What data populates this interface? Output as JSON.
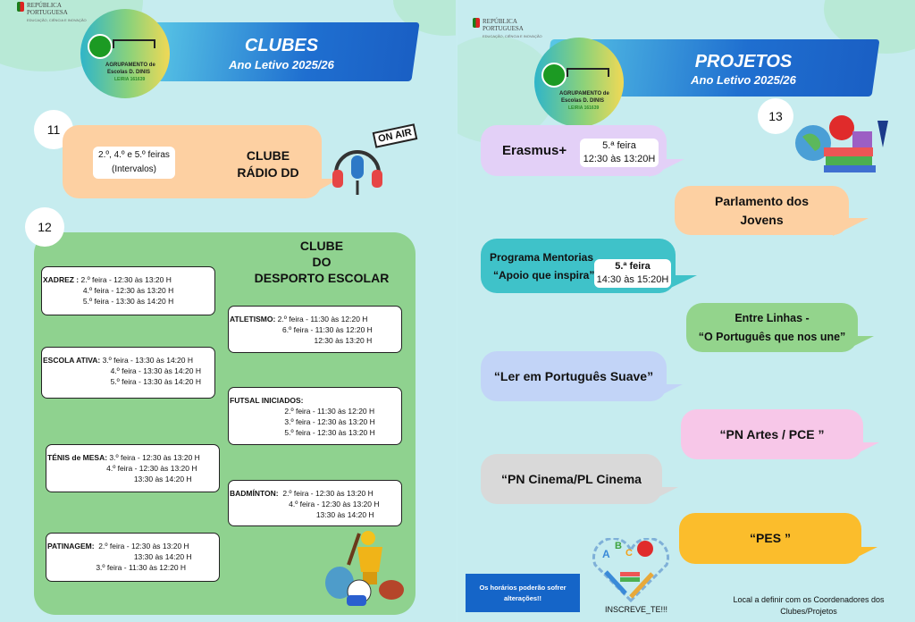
{
  "republica": {
    "line1": "REPÚBLICA",
    "line2": "PORTUGUESA",
    "line3": "EDUCAÇÃO, CIÊNCIA E INOVAÇÃO"
  },
  "logo": {
    "line1": "AGRUPAMENTO de",
    "line2": "Escolas D. DINIS",
    "line3": "LEIRIA   161639"
  },
  "clubes": {
    "title": "CLUBES",
    "subtitle": "Ano Letivo 2025/26",
    "radio": {
      "number": "11",
      "days_line1": "2.º, 4.º e 5.º feiras",
      "days_line2": "(Intervalos)",
      "name_line1": "CLUBE",
      "name_line2": "RÁDIO DD",
      "sign": "ON AIR"
    },
    "desporto": {
      "number": "12",
      "title_line1": "CLUBE",
      "title_line2": "DO",
      "title_line3": "DESPORTO ESCOLAR",
      "activities": [
        {
          "name": "XADREZ :",
          "schedule": " 2.º feira - 12:30 às 13:20 H\n                   4.º feira - 12:30 às 13:20 H\n                   5.º feira - 13:30 às 14:20 H"
        },
        {
          "name": "ATLETISMO:",
          "schedule": " 2.º feira - 11:30 às 12:20 H\n                         6.º feira - 11:30 às 12:20 H\n                                        12:30 às 13:20 H"
        },
        {
          "name": "ESCOLA ATIVA:",
          "schedule": " 3.º feira - 13:30 às 14:20 H\n                                4.º feira - 13:30 às 14:20 H\n                                5.º feira - 13:30 às 14:20 H"
        },
        {
          "name": "FUTSAL INICIADOS:",
          "schedule": "\n                          2.º feira - 11:30 às 12:20 H\n                          3.º feira - 12:30 às 13:20 H\n                          5.º feira - 12:30 às 13:20 H"
        },
        {
          "name": "TÉNIS de MESA:",
          "schedule": " 3.º feira - 12:30 às 13:20 H\n                            4.º feira - 12:30 às 13:20 H\n                                         13:30 às 14:20 H"
        },
        {
          "name": "BADMÍNTON:",
          "schedule": "  2.º feira - 12:30 às 13:20 H\n                            4.º feira - 12:30 às 13:20 H\n                                         13:30 às 14:20 H"
        },
        {
          "name": "PATINAGEM:",
          "schedule": "  2.º feira - 12:30 às 13:20 H\n                                         13:30 às 14:20 H\n                       3.º feira - 11:30 às 12:20 H"
        }
      ]
    }
  },
  "projetos": {
    "title": "PROJETOS",
    "subtitle": "Ano Letivo 2025/26",
    "number": "13",
    "items": [
      {
        "name": "Erasmus+",
        "day": "5.ª feira",
        "time": "12:30 às 13:20H",
        "color": "#e3d0f7"
      },
      {
        "name": "Parlamento dos",
        "name2": "Jovens",
        "color": "#fdd0a2"
      },
      {
        "name": "Programa Mentorias",
        "name2": "“Apoio que inspira”",
        "day": "5.ª feira",
        "time": "14:30 às 15:20H",
        "color": "#3fc2c9"
      },
      {
        "name": "Entre Linhas -",
        "name2": "“O Português que nos une”",
        "color": "#93d48c"
      },
      {
        "name": "“Ler em Português Suave”",
        "color": "#c2d4f7"
      },
      {
        "name": "“PN Artes / PCE ”",
        "color": "#f7c7e8"
      },
      {
        "name": "“PN Cinema/PL Cinema",
        "color": "#d9d9d9"
      },
      {
        "name": "“PES ”",
        "color": "#fbbd2c"
      }
    ],
    "notice": "Os horários poderão sofrer alterações!!",
    "signup": "INSCREVE_TE!!!",
    "location_line1": "Local a definir com os Coordenadores dos",
    "location_line2": "Clubes/Projetos"
  }
}
